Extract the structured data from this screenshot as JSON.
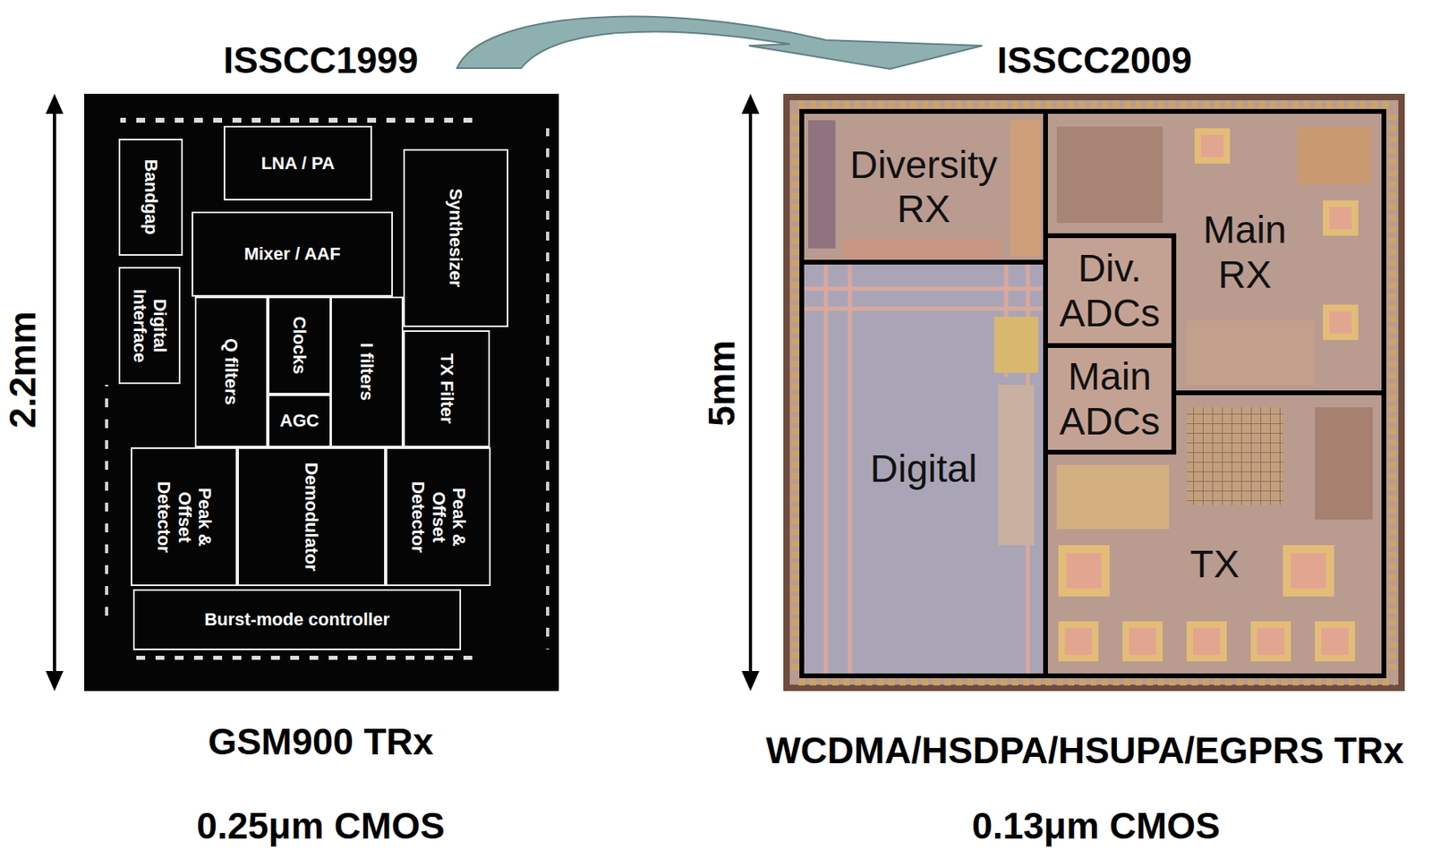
{
  "diagram": {
    "nodes": [
      {
        "text": [
          "Bandgap"
        ]
      },
      {
        "text": [
          "LNA / PA"
        ]
      },
      {
        "text": [
          "Synthesizer"
        ]
      },
      {
        "text": [
          "Mixer / AAF"
        ]
      },
      {
        "text": [
          "Digital Interface"
        ]
      },
      {
        "text": [
          "Q filters"
        ]
      },
      {
        "text": [
          "Clocks"
        ]
      },
      {
        "text": [
          "AGC"
        ]
      },
      {
        "text": [
          "I filters"
        ]
      },
      {
        "text": [
          "TX Filter"
        ]
      },
      {
        "text": [
          "Peak & Offset Detector"
        ]
      },
      {
        "text": [
          "Demodulator"
        ]
      },
      {
        "text": [
          "Peak & Offset Detector"
        ]
      },
      {
        "text": [
          "Burst-mode controller"
        ]
      },
      {
        "text": [
          "Diversity RX"
        ]
      },
      {
        "text": [
          "Main RX"
        ]
      },
      {
        "text": [
          "Div. ADCs"
        ]
      },
      {
        "text": [
          "Main ADCs"
        ]
      },
      {
        "text": [
          "Digital"
        ]
      },
      {
        "text": [
          "TX"
        ]
      }
    ],
    "labels": [
      "ISSCC1999",
      "ISSCC2009",
      "2.2mm",
      "5mm",
      "GSM900 TRx",
      "0.25μm CMOS",
      "WCDMA/HSDPA/HSUPA/EGPRS TRx",
      "0.13μm CMOS"
    ]
  }
}
